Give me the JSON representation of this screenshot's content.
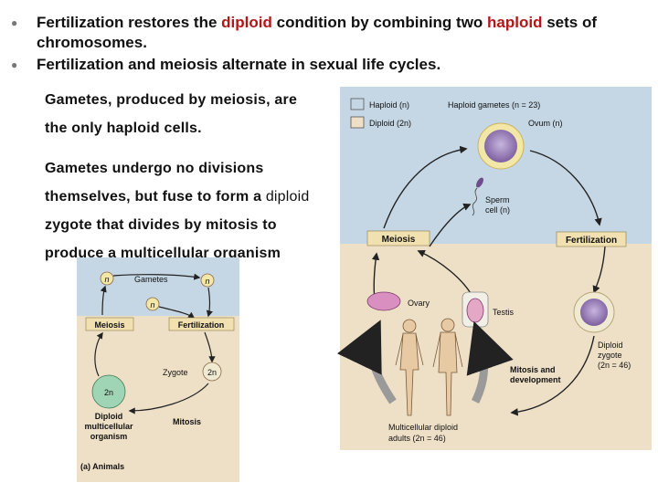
{
  "bullets": [
    {
      "p1": "Fertilization restores the ",
      "h1": "diploid",
      "p2": " condition by combining two ",
      "h2": "haploid",
      "p3": " sets of",
      "line2": "chromosomes."
    },
    {
      "text": "Fertilization and meiosis alternate in sexual life cycles."
    }
  ],
  "para1": {
    "line1": "Gametes, produced by meiosis, are",
    "line2": "the only haploid cells."
  },
  "para2": {
    "line1": "Gametes undergo no divisions",
    "line2a": "themselves, but fuse to form a ",
    "line2b": "diploid",
    "line3": "zygote that divides by mitosis to",
    "line4": "produce a multicellular organism"
  },
  "right_diagram": {
    "legend_haploid": "Haploid (n)",
    "legend_diploid": "Diploid (2n)",
    "haploid_gametes": "Haploid gametes (n = 23)",
    "ovum": "Ovum (n)",
    "sperm_1": "Sperm",
    "sperm_2": "cell (n)",
    "meiosis": "Meiosis",
    "fertilization": "Fertilization",
    "ovary": "Ovary",
    "testis": "Testis",
    "zygote_1": "Diploid",
    "zygote_2": "zygote",
    "zygote_3": "(2n = 46)",
    "mitosis_1": "Mitosis and",
    "mitosis_2": "development",
    "adults_1": "Multicellular diploid",
    "adults_2": "adults (2n = 46)",
    "colors": {
      "haploid_bg": "#c5d7e4",
      "diploid_bg": "#eee0c7",
      "label_bg": "#f1e0b0",
      "cell": "#8e6fae"
    }
  },
  "left_diagram": {
    "n1": "n",
    "n2": "n",
    "n3": "n",
    "gametes": "Gametes",
    "meiosis": "Meiosis",
    "fertilization": "Fertilization",
    "zygote": "Zygote",
    "zygote_2n": "2n",
    "organism_2n": "2n",
    "organism_1": "Diploid",
    "organism_2": "multicellular",
    "organism_3": "organism",
    "mitosis": "Mitosis",
    "caption": "(a) Animals"
  }
}
